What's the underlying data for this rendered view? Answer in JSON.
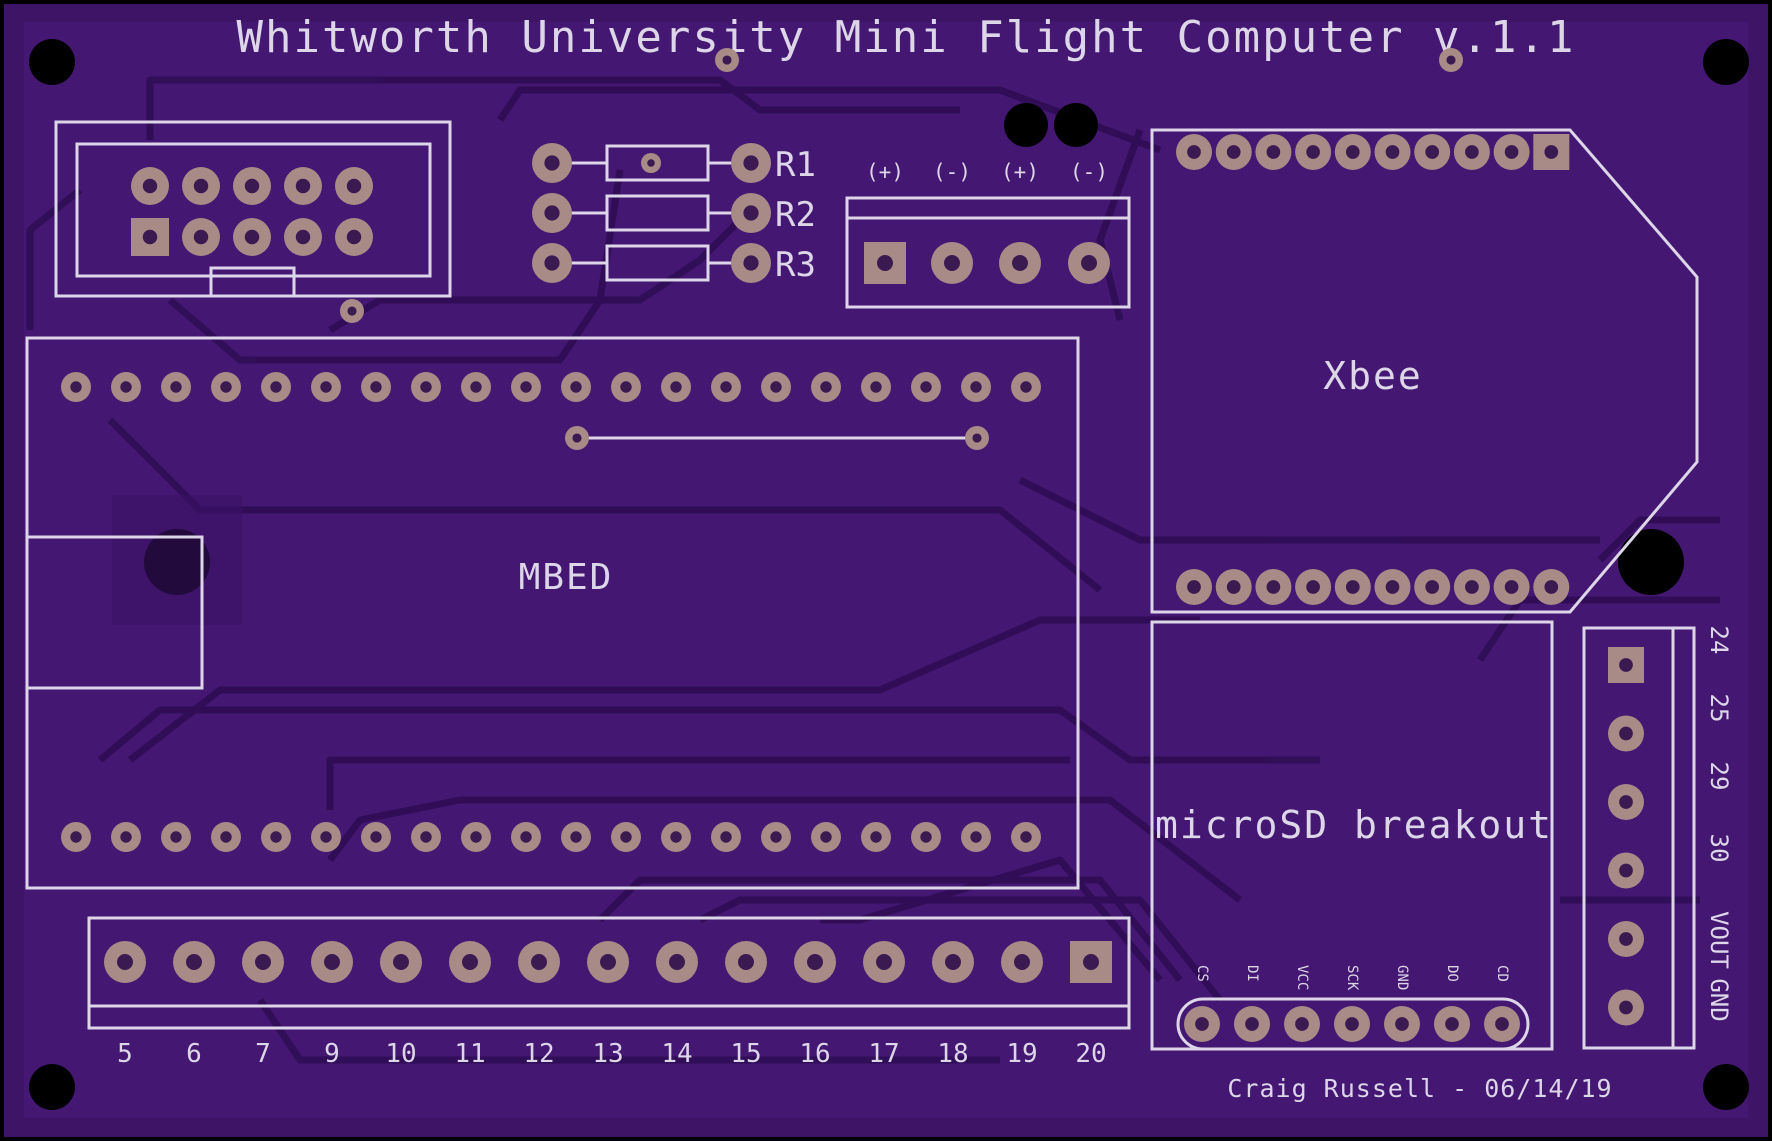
{
  "board": {
    "title": "Whitworth University Mini Flight Computer v.1.1",
    "credit": "Craig Russell - 06/14/19",
    "colors": {
      "substrate": "#3d1466",
      "copper_pour": "#4a1a7c",
      "trace": "#2f0d55",
      "silkscreen": "#ddd6e8",
      "pad": "#a88a86",
      "hole": "#3a1a50",
      "mount_hole": "#000000"
    }
  },
  "resistors": {
    "r1": "R1",
    "r2": "R2",
    "r3": "R3"
  },
  "power_terminal": {
    "labels": [
      "(+)",
      "(-)",
      "(+)",
      "(-)"
    ]
  },
  "xbee": {
    "label": "Xbee"
  },
  "mbed": {
    "label": "MBED"
  },
  "microsd": {
    "label": "microSD breakout",
    "pins": [
      "CS",
      "DI",
      "VCC",
      "SCK",
      "GND",
      "DO",
      "CD"
    ]
  },
  "bottom_header": {
    "pins": [
      "5",
      "6",
      "7",
      "9",
      "10",
      "11",
      "12",
      "13",
      "14",
      "15",
      "16",
      "17",
      "18",
      "19",
      "20"
    ]
  },
  "right_header": {
    "pins": [
      "24",
      "25",
      "29",
      "30",
      "VOUT",
      "GND"
    ]
  }
}
